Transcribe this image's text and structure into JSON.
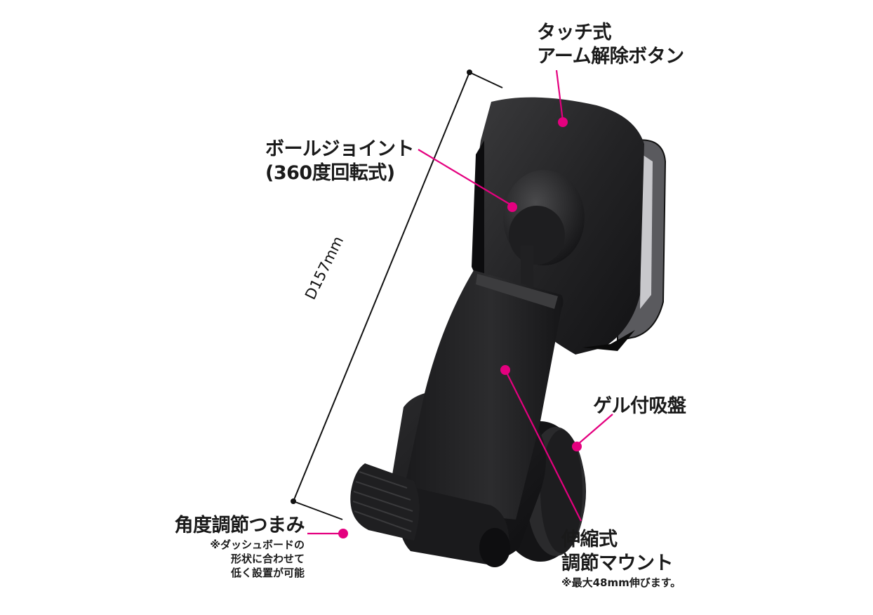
{
  "labels": {
    "touch_release": {
      "line1": "タッチ式",
      "line2": "アーム解除ボタン"
    },
    "ball_joint": {
      "line1": "ボールジョイント",
      "line2": "(360度回転式)"
    },
    "gel_suction": {
      "line1": "ゲル付吸盤"
    },
    "angle_knob": {
      "line1": "角度調節つまみ",
      "note1": "※ダッシュボードの",
      "note2": "形状に合わせて",
      "note3": "低く設置が可能"
    },
    "telescopic": {
      "line1": "伸縮式",
      "line2": "調節マウント",
      "note": "※最大48mm伸びます。"
    }
  },
  "dimension": {
    "label": "D157mm"
  },
  "colors": {
    "callout": "#e4007f",
    "device": "#1c1c1e",
    "device_light": "#3a3a3c"
  }
}
